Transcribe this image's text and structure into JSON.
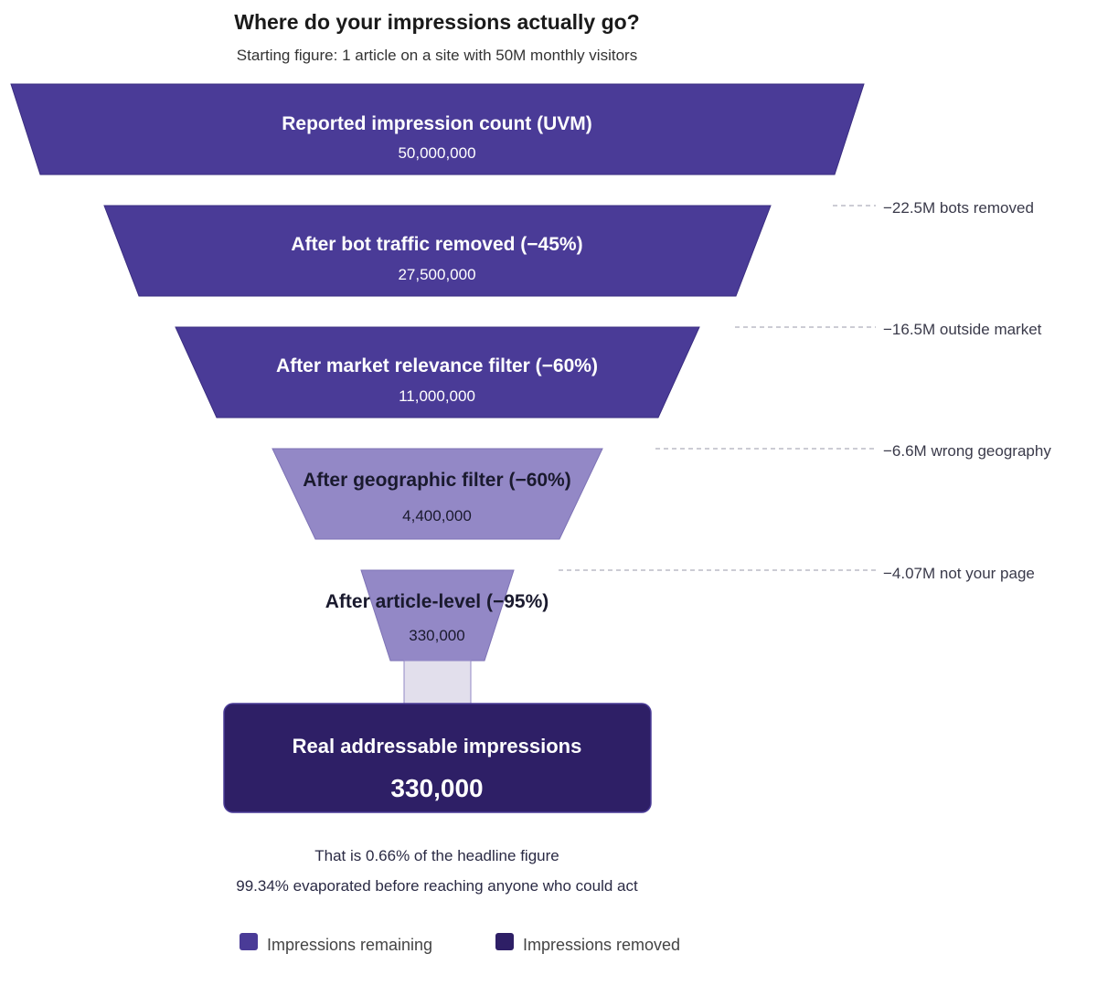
{
  "header": {
    "title": "Where do your impressions actually go?",
    "subtitle": "Starting figure: 1 article on a site with 50M monthly visitors"
  },
  "colors": {
    "dark_stage": "#4a3b97",
    "light_stage": "#9388c6",
    "result_box": "#2e1f66",
    "connector": "#e2dfec",
    "light_text": "#ffffff",
    "dark_text": "#1a1a2e",
    "annotation_line": "#9a9aa8"
  },
  "stages": [
    {
      "label": "Reported impression count (UVM)",
      "value": "50,000,000",
      "tone": "dark"
    },
    {
      "label": "After bot traffic removed (−45%)",
      "value": "27,500,000",
      "tone": "dark"
    },
    {
      "label": "After market relevance filter (−60%)",
      "value": "11,000,000",
      "tone": "dark"
    },
    {
      "label": "After geographic filter (−60%)",
      "value": "4,400,000",
      "tone": "light"
    },
    {
      "label": "After article-level (−95%)",
      "value": "330,000",
      "tone": "light"
    }
  ],
  "annotations": [
    {
      "text": "−22.5M bots removed"
    },
    {
      "text": "−16.5M outside market"
    },
    {
      "text": "−6.6M wrong geography"
    },
    {
      "text": "−4.07M not your page"
    }
  ],
  "result": {
    "label": "Real addressable impressions",
    "value": "330,000"
  },
  "footer": {
    "line1": "That is 0.66% of the headline figure",
    "line2": "99.34% evaporated before reaching anyone who could act"
  },
  "legend": {
    "remaining": "Impressions remaining",
    "removed": "Impressions removed"
  }
}
